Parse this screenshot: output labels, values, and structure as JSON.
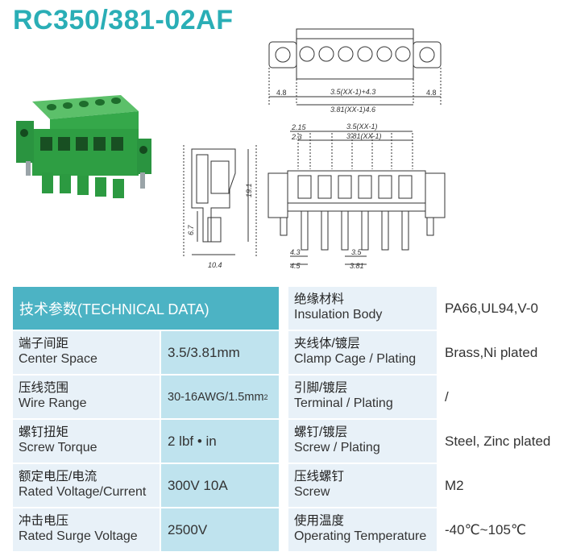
{
  "title": "RC350/381-02AF",
  "drawings": {
    "top_view": {
      "dim_side_left": "4.8",
      "dim_side_right": "4.8",
      "dim_pitch_35": "3.5(XX-1)+4.3",
      "dim_pitch_381": "3.81(XX-1)4.6"
    },
    "side_view": {
      "dim_width": "10.4",
      "dim_height": "19.1",
      "dim_lower": "6.7"
    },
    "front_view": {
      "dim_top_1": "2.15",
      "dim_top_2": "2.3",
      "dim_pitch_35": "3.5(XX-1)",
      "dim_pitch_381": "3.81(XX-1)",
      "dim_bottom_left_1": "4.3",
      "dim_bottom_left_2": "4.5",
      "dim_bottom_pitch_1": "3.5",
      "dim_bottom_pitch_2": "3.81"
    }
  },
  "specs": {
    "header": "技术参数(TECHNICAL DATA)",
    "left": [
      {
        "zh": "端子间距",
        "en": "Center Space",
        "value": "3.5/3.81mm"
      },
      {
        "zh": "压线范围",
        "en": "Wire Range",
        "value": "30-16AWG/1.5mm",
        "value_sup": "2"
      },
      {
        "zh": "螺钉扭矩",
        "en": "Screw Torque",
        "value": "2 lbf • in"
      },
      {
        "zh": "额定电压/电流",
        "en": "Rated Voltage/Current",
        "value": "300V 10A"
      },
      {
        "zh": "冲击电压",
        "en": "Rated Surge Voltage",
        "value": "2500V"
      }
    ],
    "right": [
      {
        "zh": "绝缘材料",
        "en": "Insulation Body",
        "value": "PA66,UL94,V-0"
      },
      {
        "zh": "夹线体/镀层",
        "en": "Clamp Cage / Plating",
        "value": "Brass,Ni plated"
      },
      {
        "zh": "引脚/镀层",
        "en": "Terminal / Plating",
        "value": "/"
      },
      {
        "zh": "螺钉/镀层",
        "en": "Screw / Plating",
        "value": "Steel, Zinc plated"
      },
      {
        "zh": "压线螺钉",
        "en": "Screw",
        "value": "M2"
      },
      {
        "zh": "使用温度",
        "en": "Operating Temperature",
        "value": "-40℃~105℃"
      }
    ]
  },
  "colors": {
    "title": "#2aaeb6",
    "header": "#4cb3c4",
    "value_cell": "#bfe3ee",
    "label_cell": "#e8f1f8",
    "connector": "#2fa84a"
  }
}
